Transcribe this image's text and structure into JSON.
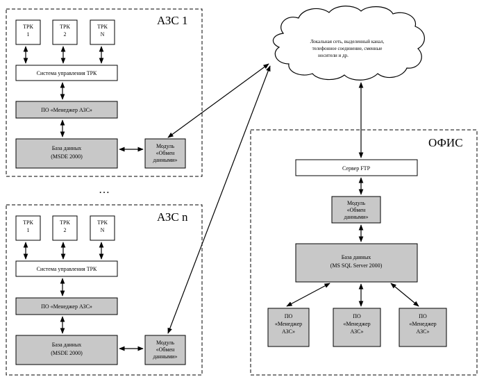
{
  "groups": {
    "azs1": "АЗС 1",
    "azsn": "АЗС n",
    "office": "ОФИС",
    "ellipsis": "…"
  },
  "trk": {
    "label": "ТРК",
    "n1": "1",
    "n2": "2",
    "nN": "N"
  },
  "station": {
    "control_system": "Система управления ТРК",
    "manager": "ПО «Менеджер АЗС»",
    "db_line1": "База данных",
    "db_line2": "(MSDE 2000)",
    "module_line1": "Модуль",
    "module_line2": "«Обмен",
    "module_line3": "данными»"
  },
  "cloud": {
    "line1": "Локальная сеть, выделенный канал,",
    "line2": "телефонное соединение, сменные",
    "line3": "носители и др."
  },
  "office": {
    "ftp": "Сервер FTP",
    "module_line1": "Модуль",
    "module_line2": "«Обмен",
    "module_line3": "данными»",
    "db_line1": "База данных",
    "db_line2": "(MS SQL Server 2000)",
    "client_line1": "ПО",
    "client_line2": "«Менеджер",
    "client_line3": "АЗС»"
  }
}
